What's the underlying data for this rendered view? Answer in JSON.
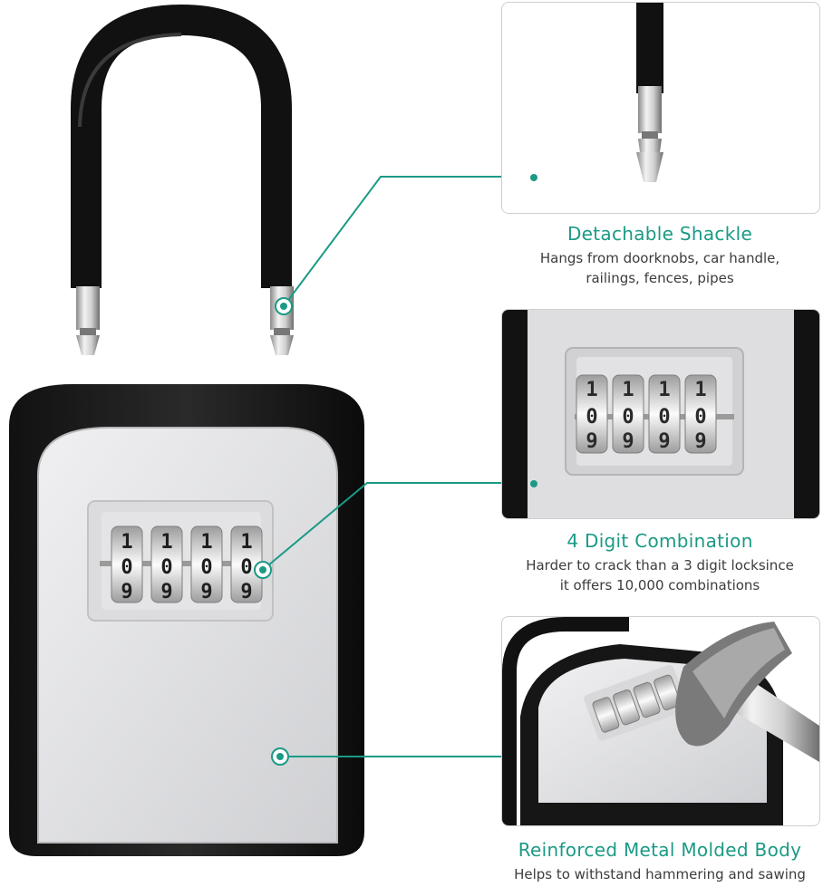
{
  "accent_color": "#1b9a85",
  "dial_digits": {
    "top": "1",
    "middle": "0",
    "bottom": "9"
  },
  "features": [
    {
      "title": "Detachable Shackle",
      "desc_lines": [
        "Hangs from doorknobs, car handle,",
        "railings, fences, pipes"
      ]
    },
    {
      "title": "4 Digit Combination",
      "desc_lines": [
        "Harder to crack than a 3 digit locksince",
        "it offers 10,000 combinations"
      ]
    },
    {
      "title": "Reinforced Metal Molded Body",
      "desc_lines": [
        "Helps to withstand hammering and sawing"
      ]
    }
  ]
}
